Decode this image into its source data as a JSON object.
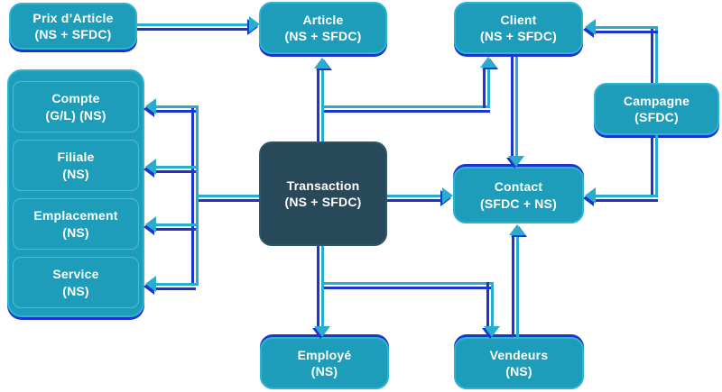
{
  "diagram_title": "",
  "nodes": {
    "prix_article": {
      "label": "Prix d’Article",
      "sub": "(NS + SFDC)"
    },
    "article": {
      "label": "Article",
      "sub": "(NS + SFDC)"
    },
    "client": {
      "label": "Client",
      "sub": "(NS + SFDC)"
    },
    "campagne": {
      "label": "Campagne",
      "sub": "(SFDC)"
    },
    "compte": {
      "label": "Compte",
      "sub": "(G/L) (NS)"
    },
    "filiale": {
      "label": "Filiale",
      "sub": "(NS)"
    },
    "emplacement": {
      "label": "Emplacement",
      "sub": "(NS)"
    },
    "service": {
      "label": "Service",
      "sub": "(NS)"
    },
    "transaction": {
      "label": "Transaction",
      "sub": "(NS + SFDC)"
    },
    "contact": {
      "label": "Contact",
      "sub": "(SFDC + NS)"
    },
    "employe": {
      "label": "Employé",
      "sub": "(NS)"
    },
    "vendeurs": {
      "label": "Vendeurs",
      "sub": "(NS)"
    }
  },
  "edges": [
    {
      "from": "prix_article",
      "to": "article"
    },
    {
      "from": "transaction",
      "to": "article"
    },
    {
      "from": "transaction",
      "to": "client"
    },
    {
      "from": "campagne",
      "to": "client"
    },
    {
      "from": "client",
      "to": "contact"
    },
    {
      "from": "campagne",
      "to": "contact"
    },
    {
      "from": "transaction",
      "to": "contact"
    },
    {
      "from": "transaction",
      "to": "compte"
    },
    {
      "from": "transaction",
      "to": "filiale"
    },
    {
      "from": "transaction",
      "to": "emplacement"
    },
    {
      "from": "transaction",
      "to": "service"
    },
    {
      "from": "transaction",
      "to": "employe"
    },
    {
      "from": "transaction",
      "to": "vendeurs"
    },
    {
      "from": "vendeurs",
      "to": "contact"
    }
  ],
  "colors": {
    "node_fill": "#1E9DBA",
    "node_outline": "#2CB4D2",
    "dark_node_fill": "#28495A",
    "connector": "#29ADCF",
    "accent_blue": "#1C35D1",
    "text": "#FFFFFF"
  }
}
